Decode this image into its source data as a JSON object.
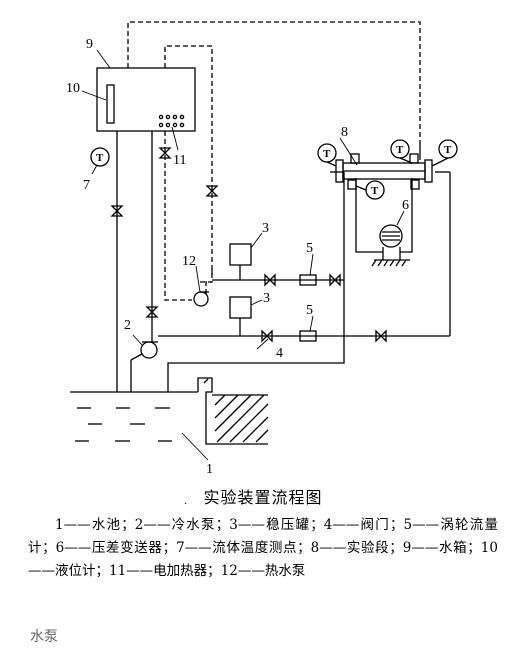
{
  "labels": {
    "n1": "1",
    "n2": "2",
    "n3a": "3",
    "n3b": "3",
    "n4": "4",
    "n5a": "5",
    "n5b": "5",
    "n6": "6",
    "n7": "7",
    "n8": "8",
    "n9": "9",
    "n10": "10",
    "n11": "11",
    "n12": "12"
  },
  "temperature_symbol": "T",
  "caption": {
    "title": "实验装置流程图",
    "legend": "1——水池；2——冷水泵；3——稳压罐；4——阀门；5——涡轮流量计；6——压差变送器；7——流体温度测点；8——实验段；9——水箱；10——液位计；11——电加热器；12——热水泵",
    "dot": ".",
    "stray": "水泵"
  }
}
